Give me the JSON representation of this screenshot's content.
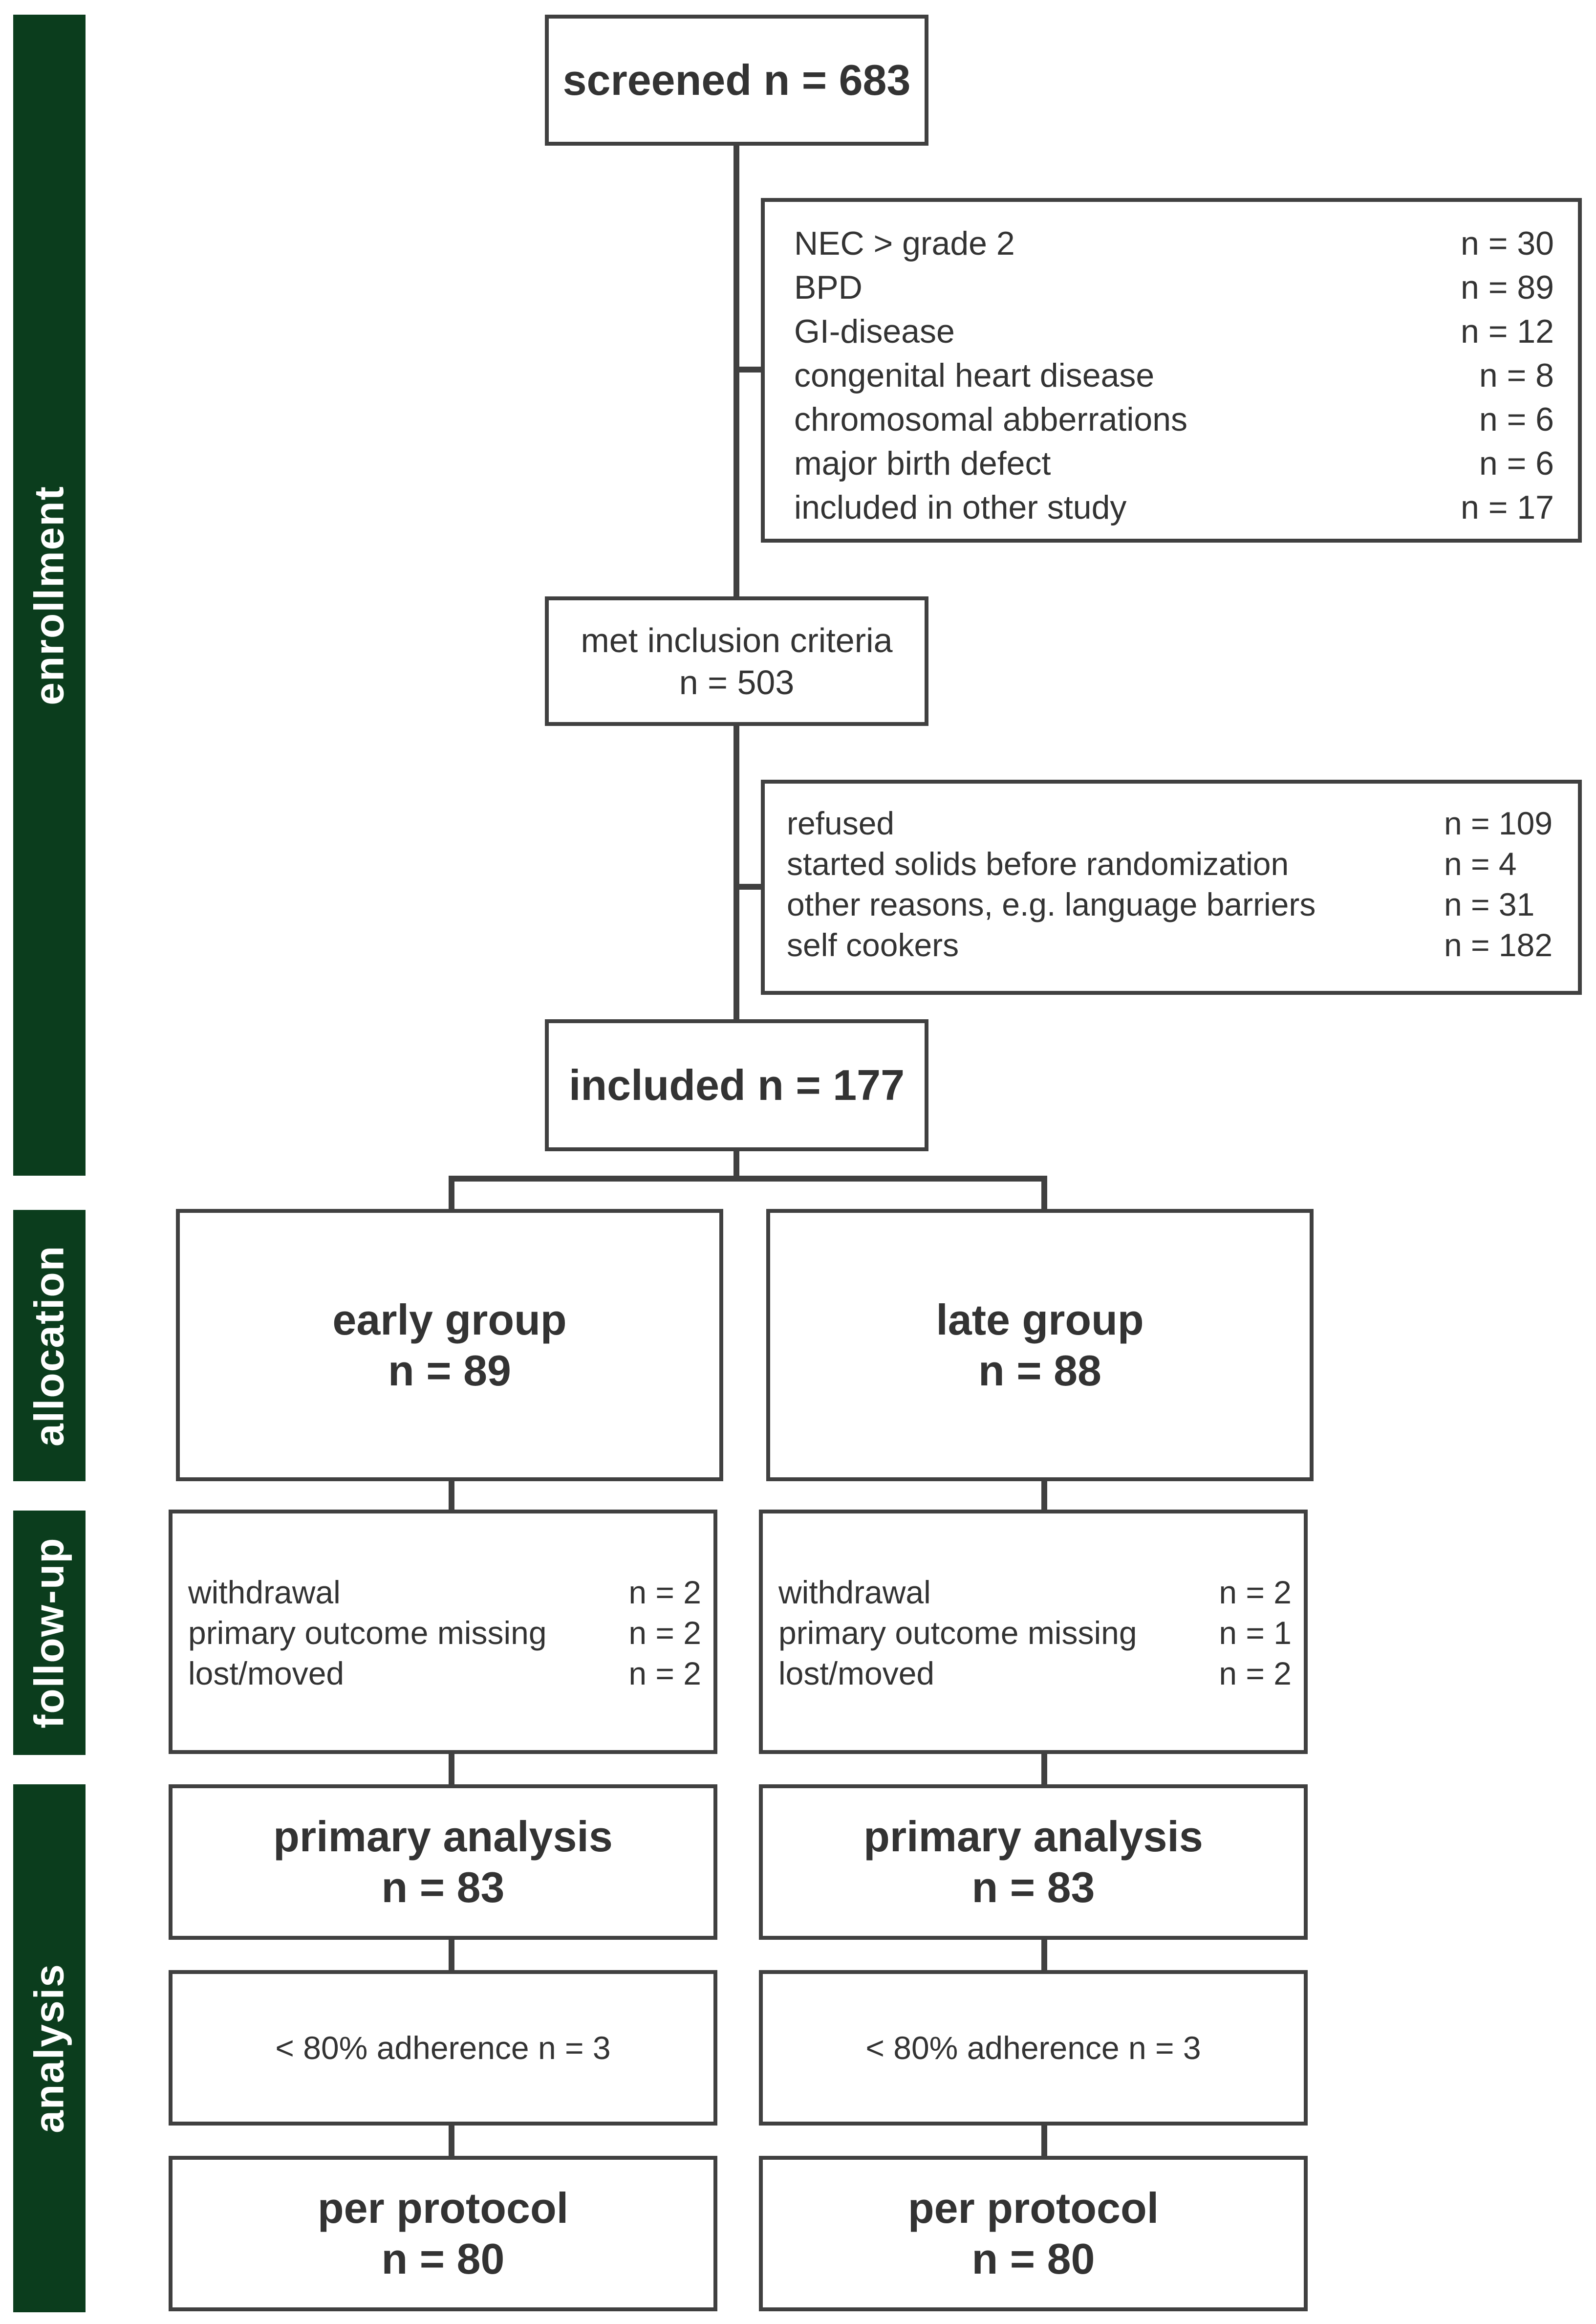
{
  "phases": {
    "enrollment": "enrollment",
    "allocation": "allocation",
    "follow_up": "follow-up",
    "analysis": "analysis"
  },
  "screened": "screened n = 683",
  "exclusions_1": [
    {
      "label": "NEC > grade 2",
      "value": "n = 30"
    },
    {
      "label": "BPD",
      "value": "n = 89"
    },
    {
      "label": "GI-disease",
      "value": "n = 12"
    },
    {
      "label": "congenital heart disease",
      "value": "n = 8"
    },
    {
      "label": "chromosomal abberrations",
      "value": "n = 6"
    },
    {
      "label": "major birth defect",
      "value": "n = 6"
    },
    {
      "label": "included in other study",
      "value": "n = 17"
    }
  ],
  "met_inclusion": {
    "label": "met inclusion criteria",
    "n": "n = 503"
  },
  "exclusions_2": [
    {
      "label": "refused",
      "value": "n = 109"
    },
    {
      "label": "started solids before randomization",
      "value": "n = 4"
    },
    {
      "label": "other reasons, e.g. language barriers",
      "value": "n = 31"
    },
    {
      "label": "self cookers",
      "value": "n = 182"
    }
  ],
  "included": "included n = 177",
  "groups": [
    {
      "name": "early group",
      "n": "n = 89",
      "followup": [
        {
          "label": "withdrawal",
          "value": "n = 2"
        },
        {
          "label": "primary outcome missing",
          "value": "n = 2"
        },
        {
          "label": "lost/moved",
          "value": "n = 2"
        }
      ],
      "primary_label": "primary analysis",
      "primary_n": "n = 83",
      "adherence": "< 80% adherence n = 3",
      "pp_label": "per protocol",
      "pp_n": "n = 80"
    },
    {
      "name": "late group",
      "n": "n = 88",
      "followup": [
        {
          "label": "withdrawal",
          "value": "n = 2"
        },
        {
          "label": "primary outcome missing",
          "value": "n = 1"
        },
        {
          "label": "lost/moved",
          "value": "n = 2"
        }
      ],
      "primary_label": "primary analysis",
      "primary_n": "n = 83",
      "adherence": "< 80% adherence n = 3",
      "pp_label": "per protocol",
      "pp_n": "n = 80"
    }
  ]
}
